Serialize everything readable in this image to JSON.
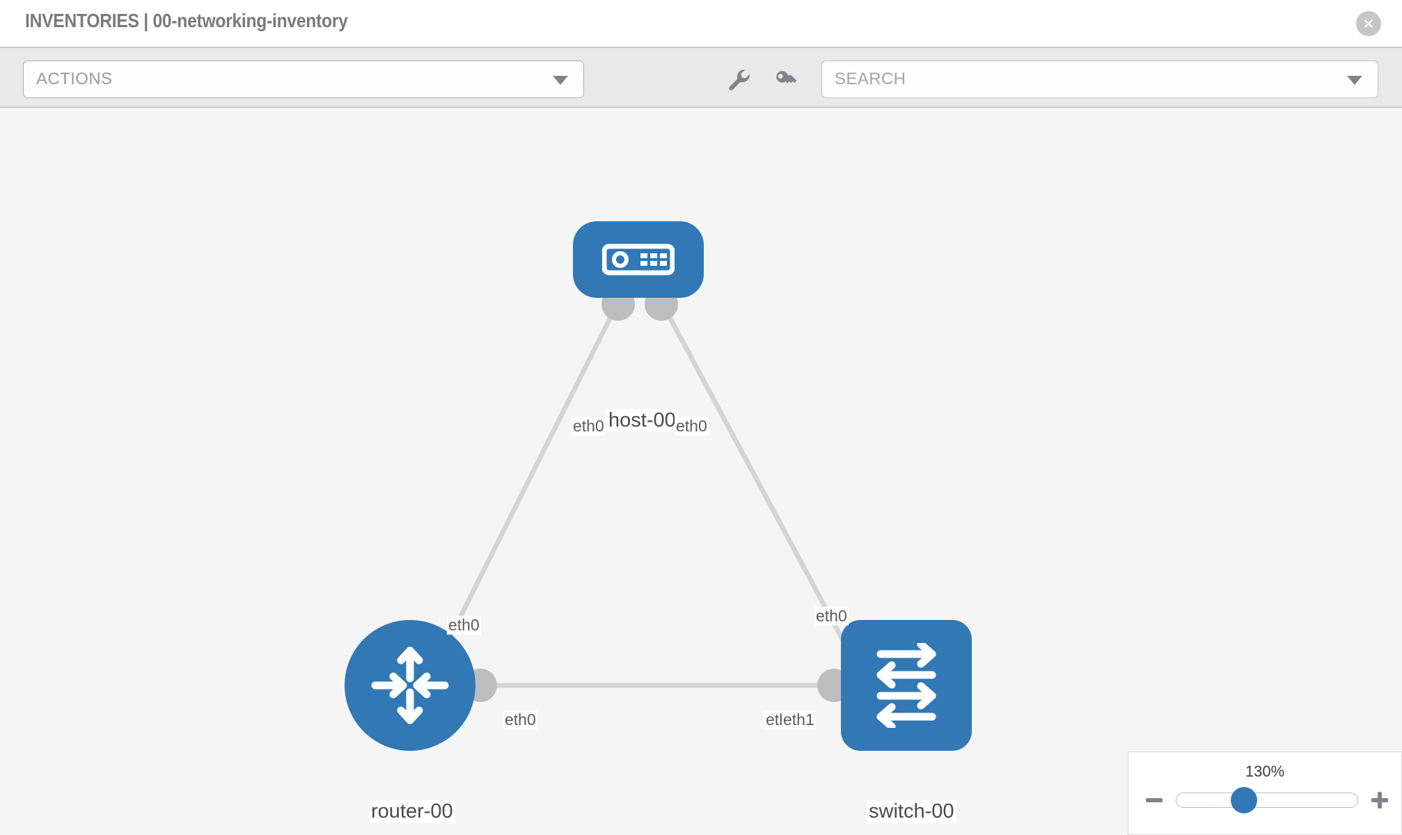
{
  "header": {
    "title": "INVENTORIES | 00-networking-inventory",
    "close_icon": "close-circle-icon"
  },
  "toolbar": {
    "actions_label": "ACTIONS",
    "caret_icon": "chevron-down-icon",
    "wrench_icon": "wrench-icon",
    "key_icon": "key-icon",
    "search_placeholder": "SEARCH",
    "search_value": "",
    "search_caret_icon": "chevron-down-icon"
  },
  "topology": {
    "nodes": [
      {
        "id": "host-00",
        "label": "host-00",
        "type": "host",
        "icon": "server-device-icon",
        "shape": "rounded-rect",
        "color": "#3178b5"
      },
      {
        "id": "router-00",
        "label": "router-00",
        "type": "router",
        "icon": "router-arrows-icon",
        "shape": "circle",
        "color": "#3178b5"
      },
      {
        "id": "switch-00",
        "label": "switch-00",
        "type": "switch",
        "icon": "switch-arrows-icon",
        "shape": "rounded-square",
        "color": "#3178b5"
      }
    ],
    "links": [
      {
        "from": "host-00",
        "from_interface": "eth0",
        "to": "router-00",
        "to_interface": "eth0"
      },
      {
        "from": "host-00",
        "from_interface": "eth0",
        "to": "switch-00",
        "to_interface": "eth0"
      },
      {
        "from": "router-00",
        "from_interface": "eth0",
        "to": "switch-00",
        "to_interface": "eth1"
      }
    ],
    "interface_labels": {
      "host_left": "eth0",
      "host_right": "eth0",
      "router_uplink": "eth0",
      "switch_uplink": "eth0",
      "router_trunk": "eth0",
      "switch_trunk_occluded": "eth0",
      "switch_trunk": "eth1"
    },
    "colors": {
      "node_blue": "#3178b5",
      "port_gray": "#bdbdbd",
      "edge_gray": "#d4d4d4",
      "canvas_bg": "#f5f5f5"
    }
  },
  "zoom_control": {
    "value": "130%",
    "minus_icon": "minus-icon",
    "plus_icon": "plus-icon",
    "thumb_position_percent": 60
  }
}
